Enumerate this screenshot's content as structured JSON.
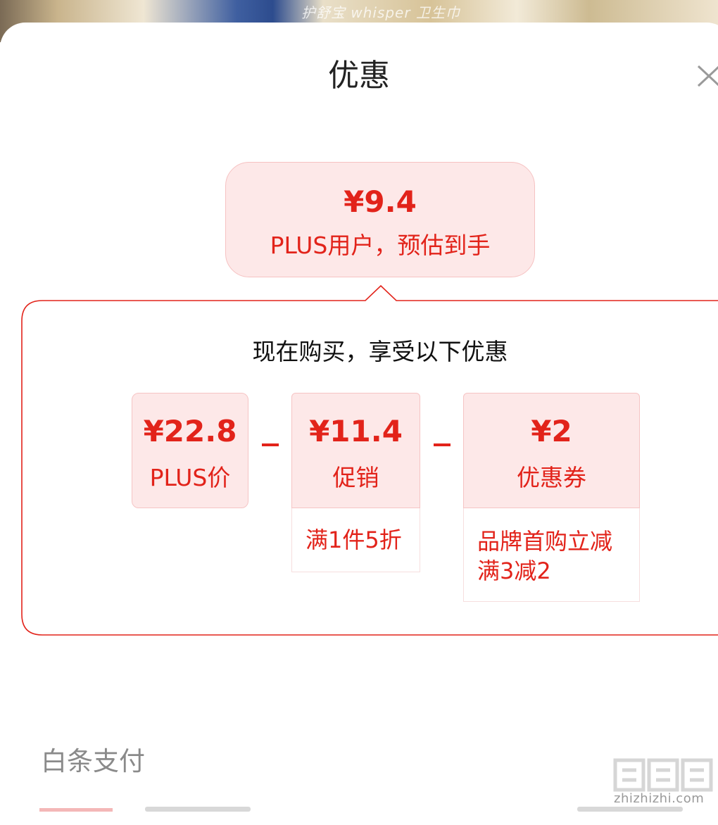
{
  "background": {
    "banner_text": "护舒宝 whisper 卫生巾"
  },
  "sheet": {
    "title": "优惠",
    "close_icon": "close-icon"
  },
  "estimate": {
    "price": "¥9.4",
    "description": "PLUS用户，预估到手"
  },
  "breakdown": {
    "heading": "现在购买，享受以下优惠",
    "items": [
      {
        "amount": "¥22.8",
        "label": "PLUS价"
      },
      {
        "amount": "¥11.4",
        "label": "促销",
        "note": "满1件5折"
      },
      {
        "amount": "¥2",
        "label": "优惠券",
        "note_line1": "品牌首购立减",
        "note_line2": "满3减2"
      }
    ]
  },
  "payment": {
    "section_title": "白条支付"
  },
  "watermark": {
    "text": "zhizhizhi.com"
  },
  "colors": {
    "accent": "#e2231a",
    "card_bg": "#fde8e8",
    "card_border": "#f6c4c4"
  }
}
